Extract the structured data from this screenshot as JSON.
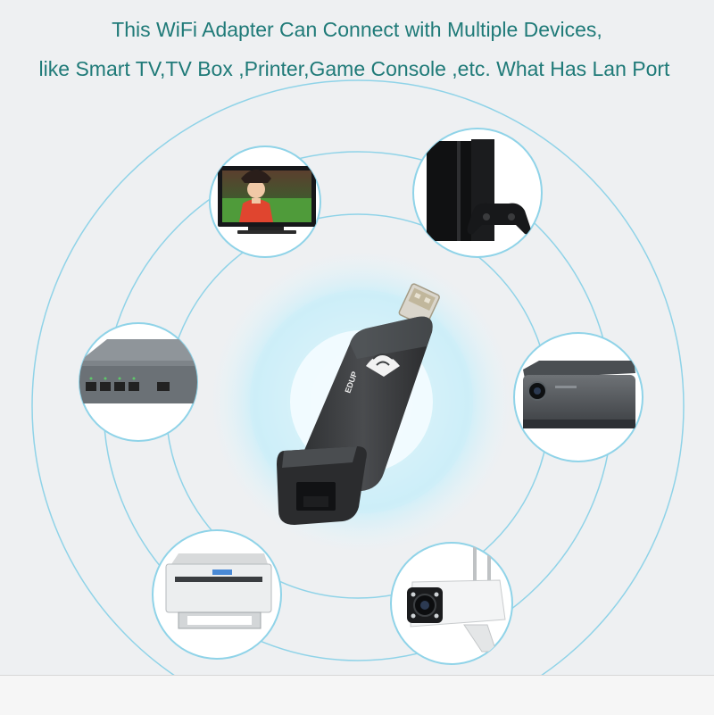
{
  "headline": {
    "line1": "This WiFi Adapter Can Connect with Multiple Devices,",
    "line2": "like Smart TV,TV Box ,Printer,Game Console ,etc. What Has Lan Port"
  },
  "adapter": {
    "brand": "EDUP"
  },
  "devices": [
    {
      "name": "smart-tv",
      "icon": "tv-icon"
    },
    {
      "name": "game-console",
      "icon": "game-console-icon"
    },
    {
      "name": "network-switch",
      "icon": "switch-icon"
    },
    {
      "name": "projector",
      "icon": "projector-icon"
    },
    {
      "name": "printer",
      "icon": "printer-icon"
    },
    {
      "name": "security-camera",
      "icon": "camera-icon"
    }
  ],
  "colors": {
    "headline": "#1f7a78",
    "ring": "#8fd3e8",
    "glow": "#bfe9f6",
    "adapter_body": "#3a3c3e"
  }
}
